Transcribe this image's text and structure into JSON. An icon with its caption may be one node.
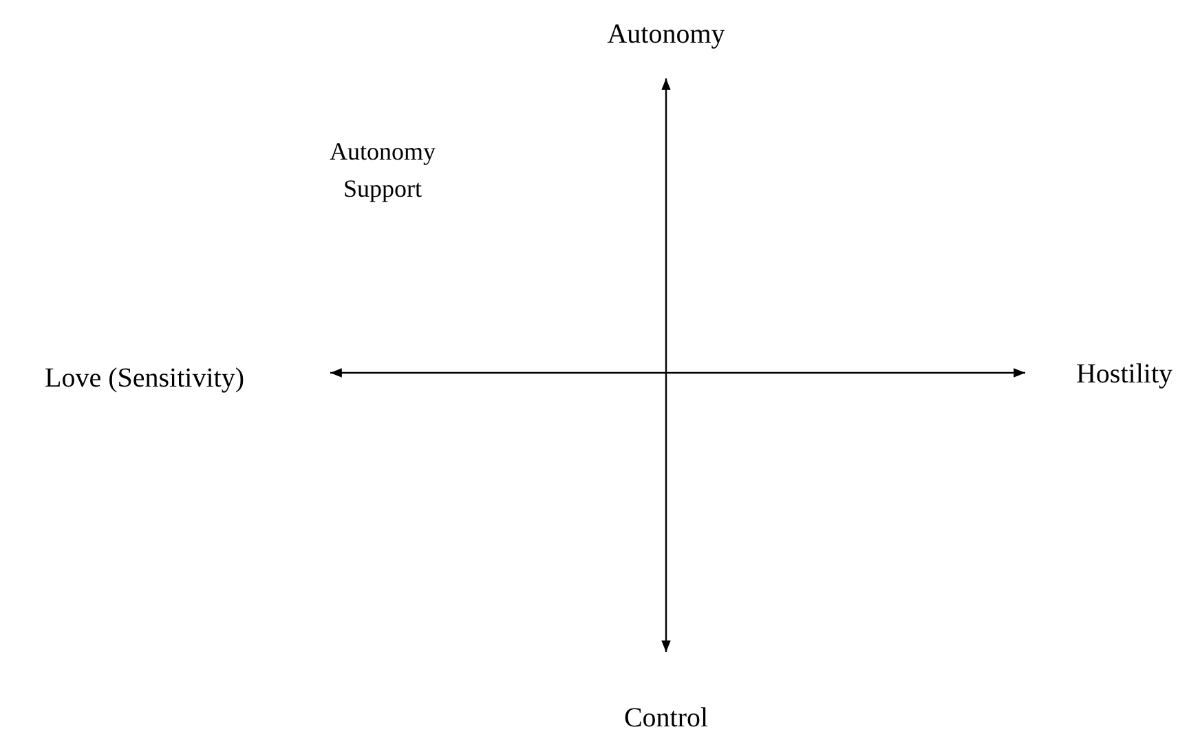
{
  "diagram": {
    "labels": [
      "Autonomy",
      "Autonomy Support",
      "Love (Sensitivity)",
      "Hostility",
      "Control"
    ]
  }
}
